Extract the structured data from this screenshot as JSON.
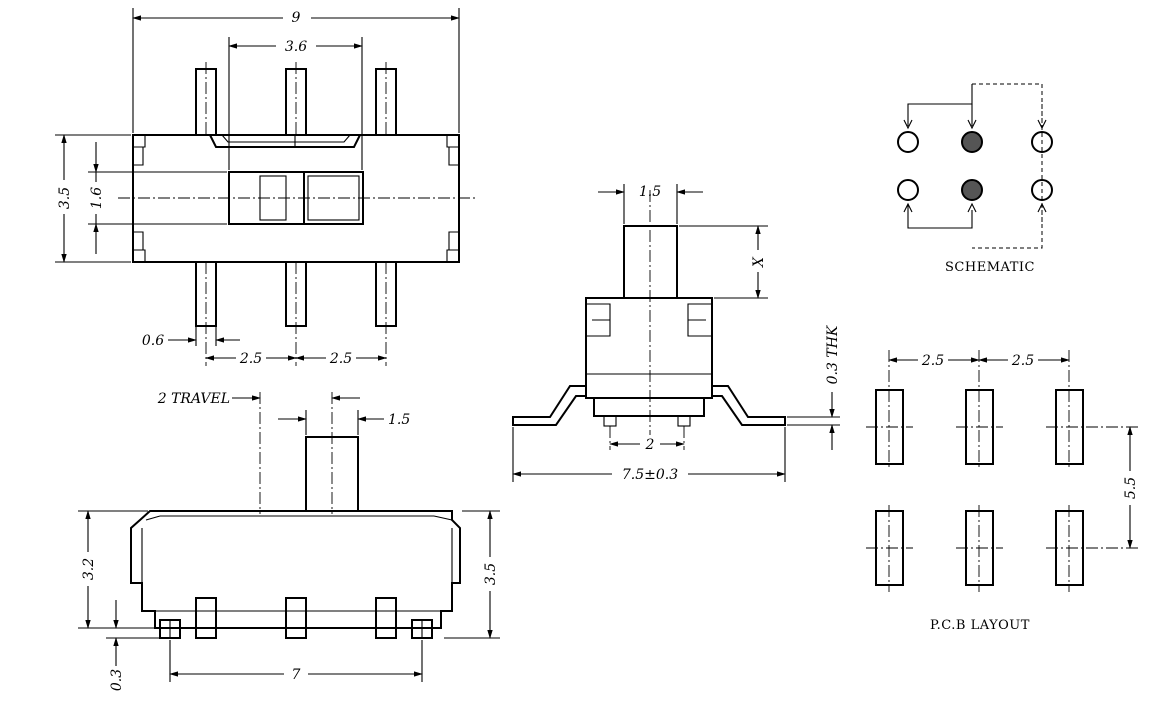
{
  "top_view": {
    "dim_width": "9",
    "dim_slot": "3.6",
    "dim_height": "3.5",
    "dim_knob": "1.6",
    "dim_pin_width": "0.6",
    "dim_pitch_left": "2.5",
    "dim_pitch_right": "2.5"
  },
  "side_view": {
    "dim_travel": "2 TRAVEL",
    "dim_actuator": "1.5",
    "dim_body_height": "3.2",
    "dim_total_height": "3.5",
    "dim_standoff": "0.3",
    "dim_length": "7"
  },
  "end_view": {
    "dim_actuator": "1.5",
    "dim_x": "X",
    "dim_thk": "0.3  THK",
    "dim_pin_spacing": "2",
    "dim_span": "7.5±0.3"
  },
  "schematic": {
    "label": "SCHEMATIC",
    "filled_color": "#555555"
  },
  "pcb_layout": {
    "label": "P.C.B  LAYOUT",
    "dim_pitch_left": "2.5",
    "dim_pitch_right": "2.5",
    "dim_row_spacing": "5.5"
  }
}
